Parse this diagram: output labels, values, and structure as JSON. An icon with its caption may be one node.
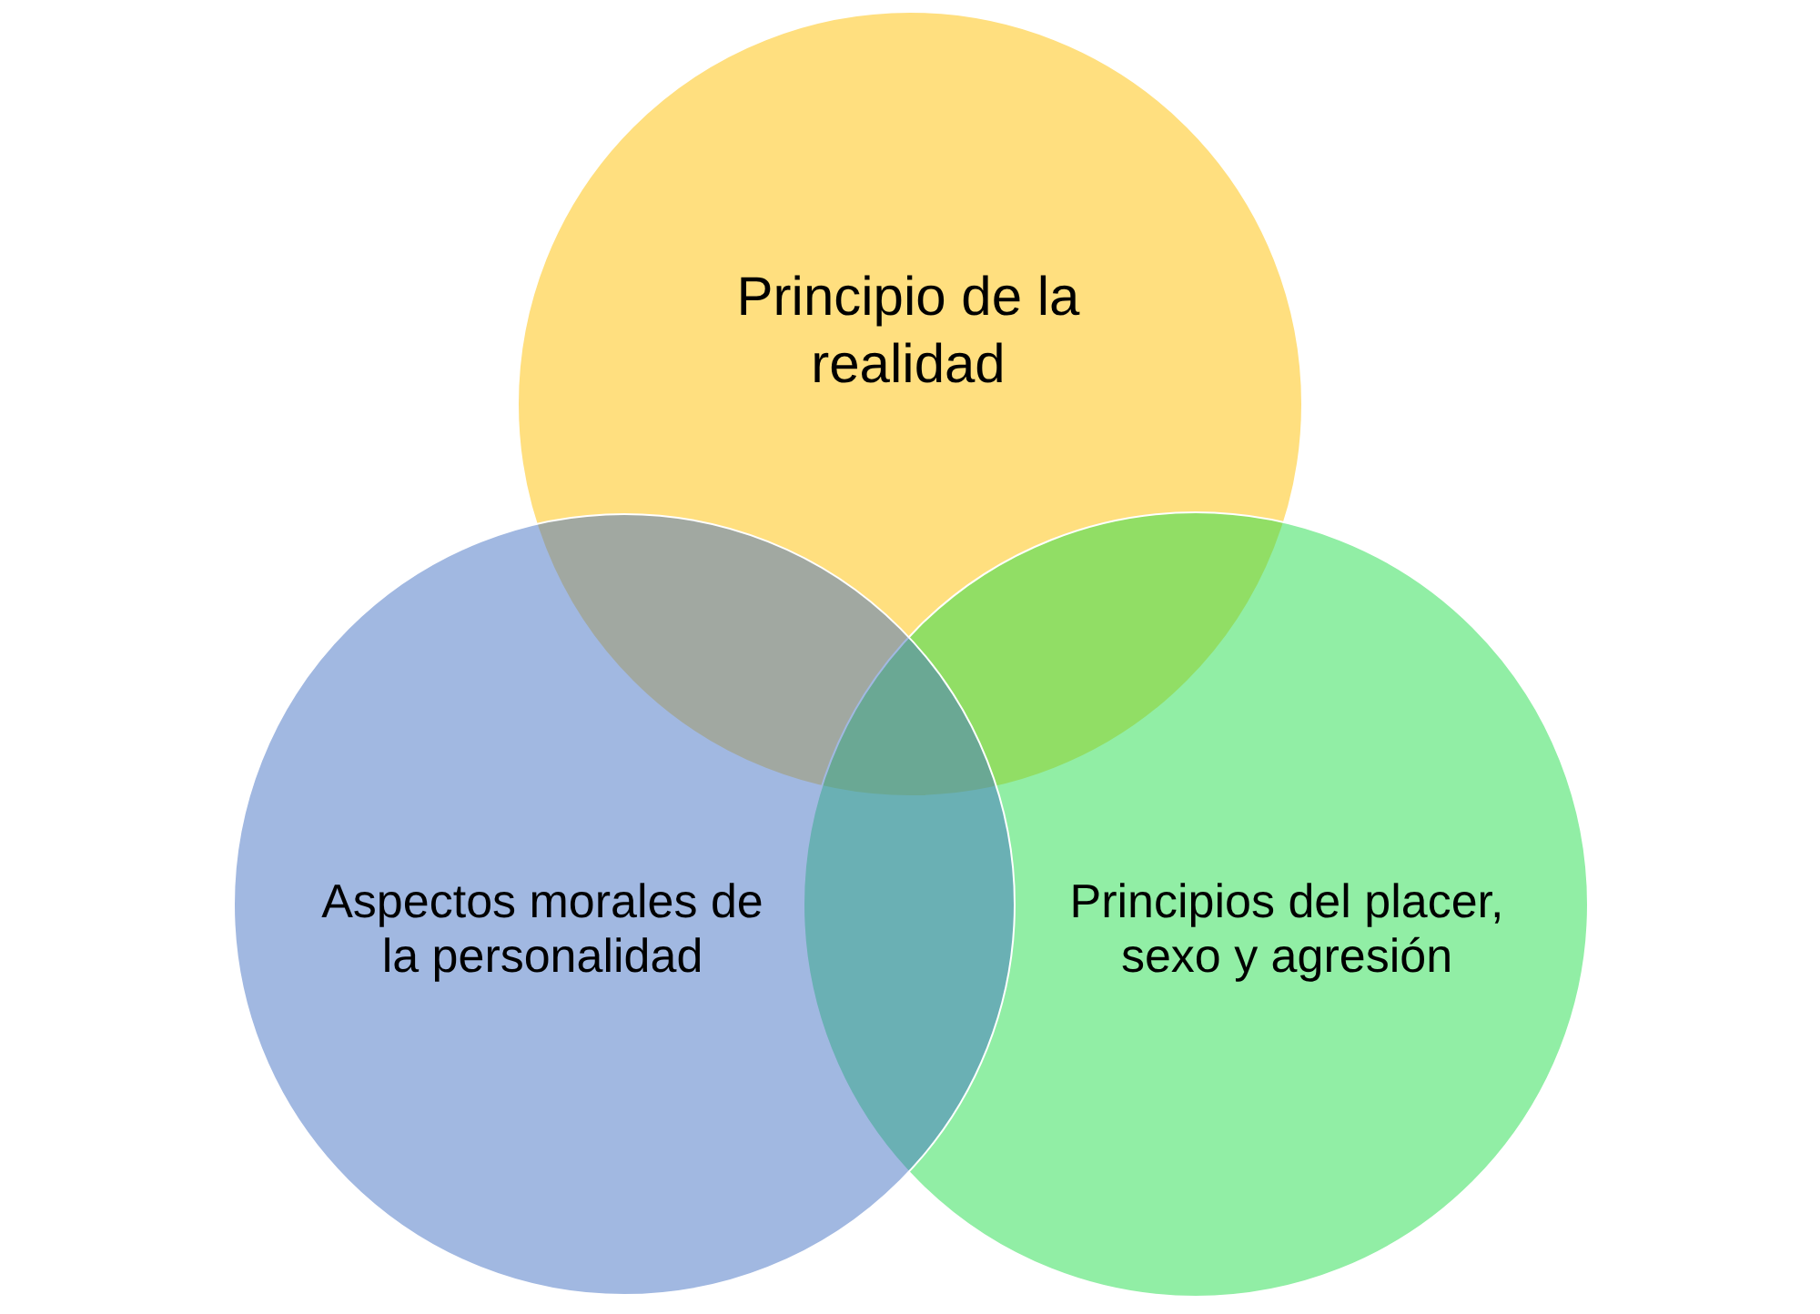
{
  "diagram": {
    "nodes": [
      {
        "text": [
          "Principio de la realidad"
        ]
      },
      {
        "text": [
          "Aspectos morales de la personalidad"
        ]
      },
      {
        "text": [
          "Principios del placer, sexo y agresión"
        ]
      }
    ]
  }
}
